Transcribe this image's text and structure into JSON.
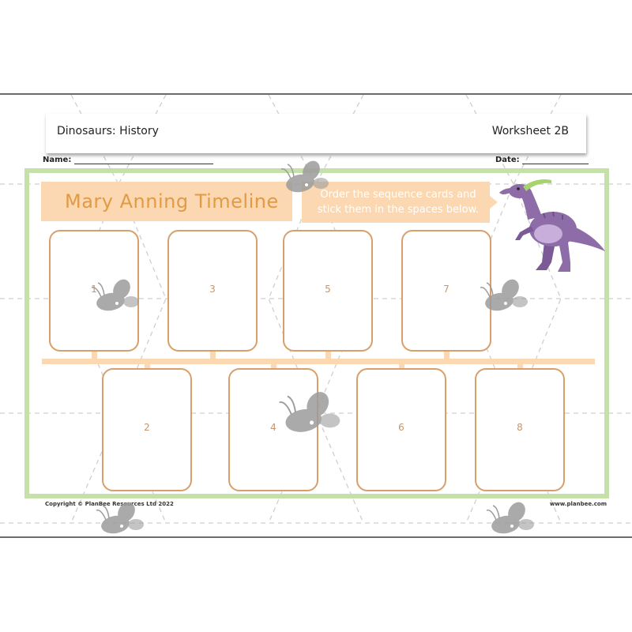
{
  "header": {
    "subject": "Dinosaurs: History",
    "worksheet": "Worksheet 2B"
  },
  "fields": {
    "name_label": "Name:",
    "date_label": "Date:"
  },
  "title": "Mary Anning Timeline",
  "instructions": "Order the sequence cards and stick them in the spaces below.",
  "cards": {
    "top": [
      "1",
      "3",
      "5",
      "7"
    ],
    "bottom": [
      "2",
      "4",
      "6",
      "8"
    ]
  },
  "footer": {
    "copyright": "Copyright © PlanBee Resources Ltd 2022",
    "website": "www.planbee.com"
  },
  "colors": {
    "frame": "#c5e0a9",
    "banner": "#fbd8b1",
    "title_text": "#e29a45",
    "card_border": "#d7a06a",
    "dinosaur": "#8e6ca8"
  },
  "icons": [
    "bee-watermark-icon",
    "parasaurolophus-dinosaur-icon"
  ]
}
